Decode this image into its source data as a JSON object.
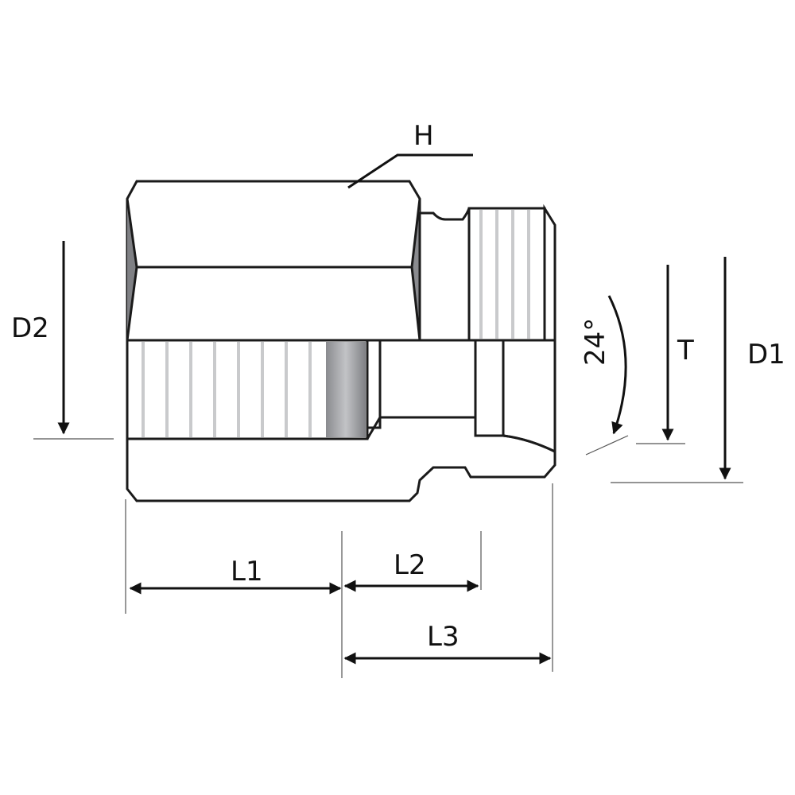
{
  "labels": {
    "H": "H",
    "D1": "D1",
    "D2": "D2",
    "T": "T",
    "angle": "24°",
    "L1": "L1",
    "L2": "L2",
    "L3": "L3"
  },
  "colors": {
    "body": "#9c9da1",
    "body_light": "#b4b5b8",
    "thread_dark": "#7d7e82",
    "outline": "#1a1a1a"
  }
}
